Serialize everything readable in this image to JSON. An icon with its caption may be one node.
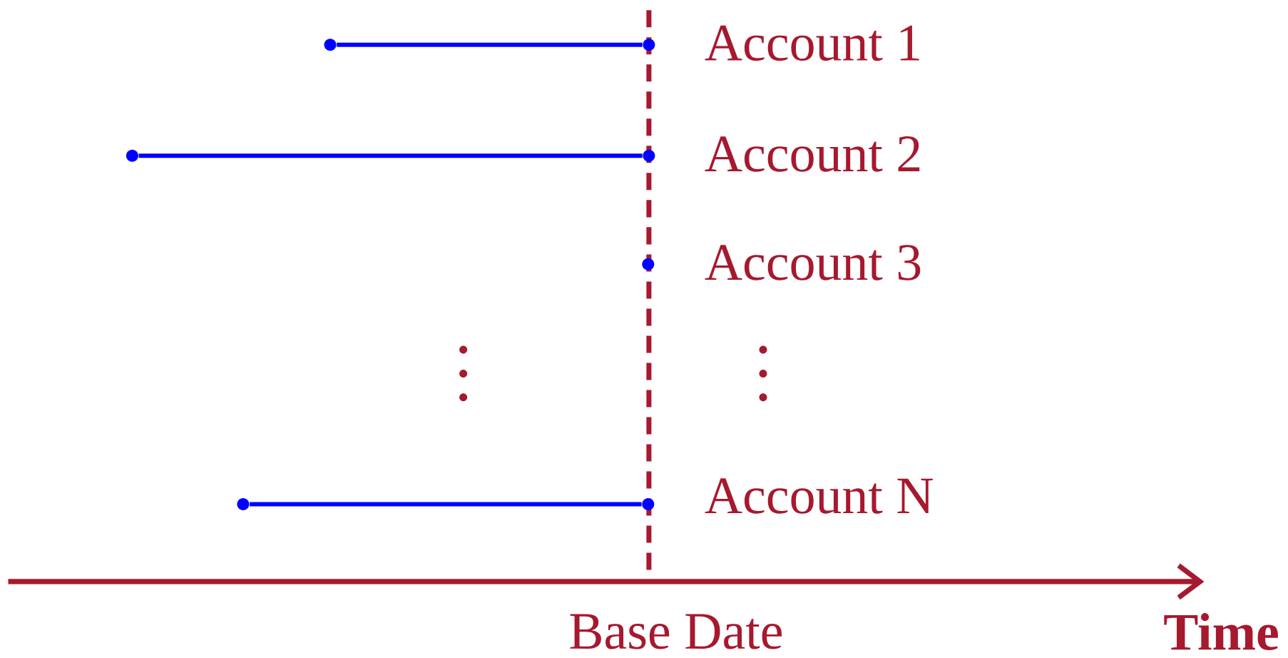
{
  "diagram": {
    "nodes": [
      {
        "text": [],
        "shape": "circle"
      },
      {
        "text": [],
        "shape": "circle"
      },
      {
        "text": [],
        "shape": "circle"
      },
      {
        "text": [],
        "shape": "circle"
      },
      {
        "text": [],
        "shape": "circle"
      },
      {
        "text": [],
        "shape": "circle"
      },
      {
        "text": [],
        "shape": "circle"
      }
    ],
    "edges": [
      {
        "from": 0,
        "to": 1,
        "arrow": "none"
      },
      {
        "from": 2,
        "to": 3,
        "arrow": "none"
      },
      {
        "from": 5,
        "to": 6,
        "arrow": "none"
      }
    ],
    "labels": [
      "Account 1",
      "Account 2",
      "Account 3",
      "Account N",
      "Base Date",
      "Time"
    ]
  }
}
